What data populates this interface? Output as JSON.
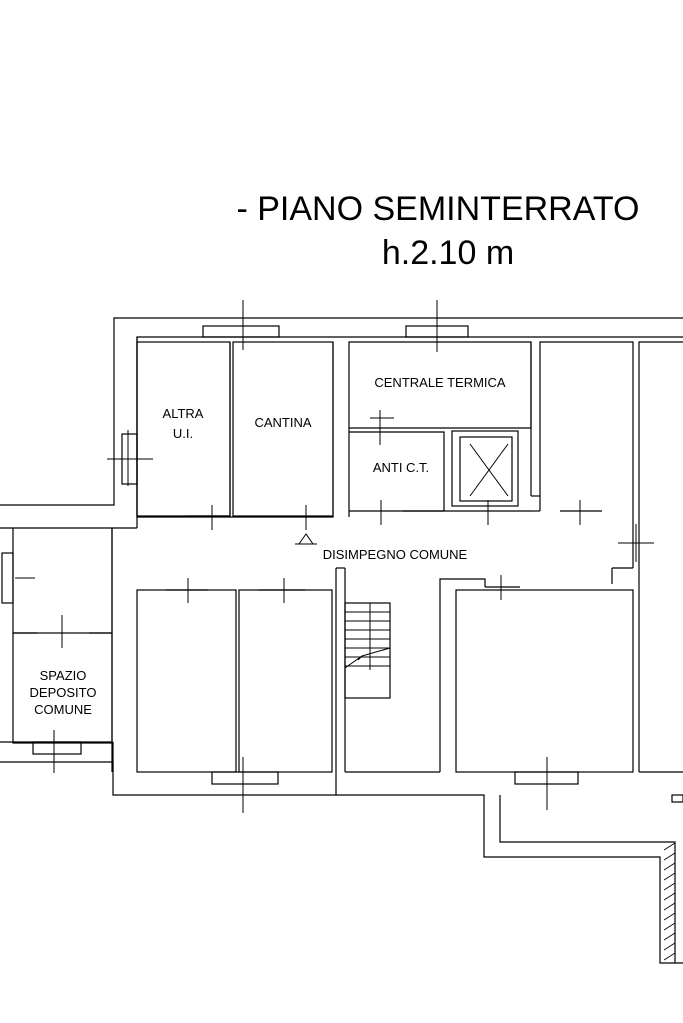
{
  "title": {
    "line1": "- PIANO  SEMINTERRATO",
    "line2": "h.2.10 m"
  },
  "rooms": {
    "altra_1": "ALTRA",
    "altra_2": "U.I.",
    "cantina": "CANTINA",
    "centrale_termica": "CENTRALE TERMICA",
    "anti_ct": "ANTI C.T.",
    "disimpegno": "DISIMPEGNO COMUNE",
    "spazio_1": "SPAZIO",
    "spazio_2": "DEPOSITO",
    "spazio_3": "COMUNE"
  },
  "colors": {
    "ink": "#000000",
    "paper": "#ffffff"
  }
}
